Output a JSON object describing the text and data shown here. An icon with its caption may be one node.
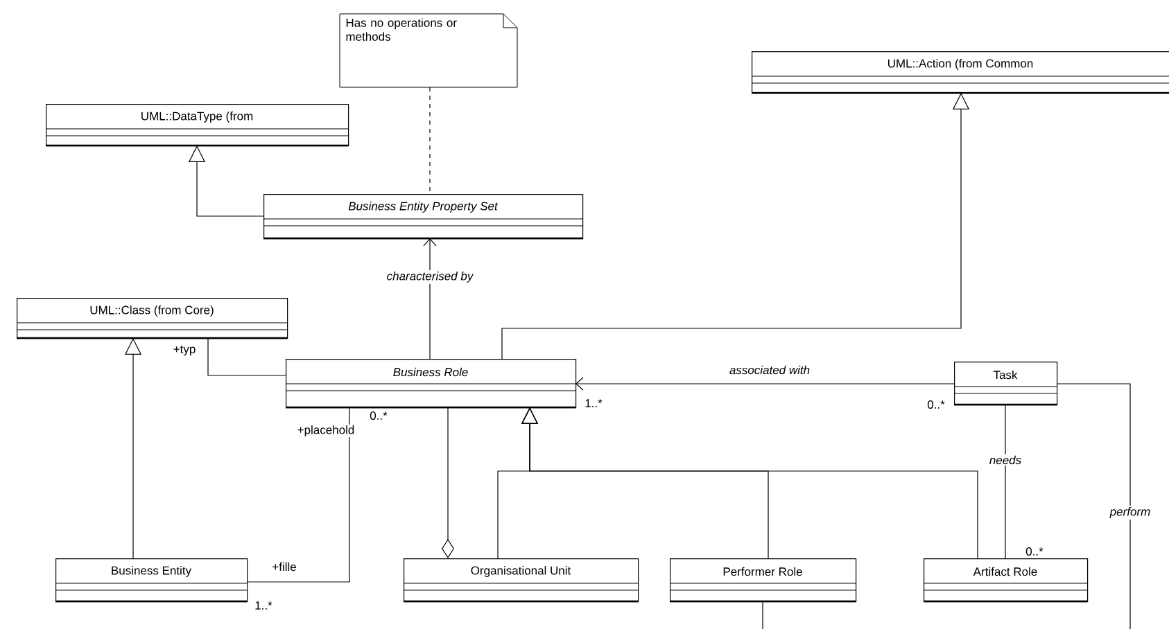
{
  "diagram": {
    "nodes": [
      {
        "text": [
          "Has no operations or methods"
        ]
      },
      {
        "text": [
          "UML::Action (from Common"
        ]
      },
      {
        "text": [
          "UML::DataType (from"
        ]
      },
      {
        "text": [
          "Business Entity Property Set"
        ]
      },
      {
        "text": [
          "UML::Class (from Core)"
        ]
      },
      {
        "text": [
          "Business Role"
        ]
      },
      {
        "text": [
          "Task"
        ]
      },
      {
        "text": [
          "Business Entity"
        ]
      },
      {
        "text": [
          "Organisational Unit"
        ]
      },
      {
        "text": [
          "Performer Role"
        ]
      },
      {
        "text": [
          "Artifact Role"
        ]
      }
    ],
    "edges": [
      {
        "from": 3,
        "to": 2,
        "arrow": "to"
      },
      {
        "from": 0,
        "to": 3,
        "arrow": "none",
        "style": "dashed"
      },
      {
        "from": 5,
        "to": 3,
        "arrow": "to",
        "label": "characterised by"
      },
      {
        "from": 5,
        "to": 1,
        "arrow": "to"
      },
      {
        "from": 7,
        "to": 4,
        "arrow": "to"
      },
      {
        "from": 4,
        "to": 5,
        "arrow": "none"
      },
      {
        "from": 7,
        "to": 5,
        "arrow": "none"
      },
      {
        "from": 5,
        "to": 8,
        "arrow": "other"
      },
      {
        "from": 8,
        "to": 5,
        "arrow": "to"
      },
      {
        "from": 9,
        "to": 5,
        "arrow": "to"
      },
      {
        "from": 10,
        "to": 5,
        "arrow": "to"
      },
      {
        "from": 6,
        "to": 5,
        "arrow": "to",
        "label": "associated with"
      },
      {
        "from": 6,
        "to": 10,
        "arrow": "none",
        "label": "needs"
      },
      {
        "from": 6,
        "to": null,
        "arrow": "none",
        "label": "perform"
      },
      {
        "from": 9,
        "to": null,
        "arrow": "none"
      }
    ],
    "labels": [
      "+typ",
      "0..*",
      "+placehold",
      "+fille",
      "1..*",
      "1..*",
      "0..*",
      "0..*"
    ]
  }
}
